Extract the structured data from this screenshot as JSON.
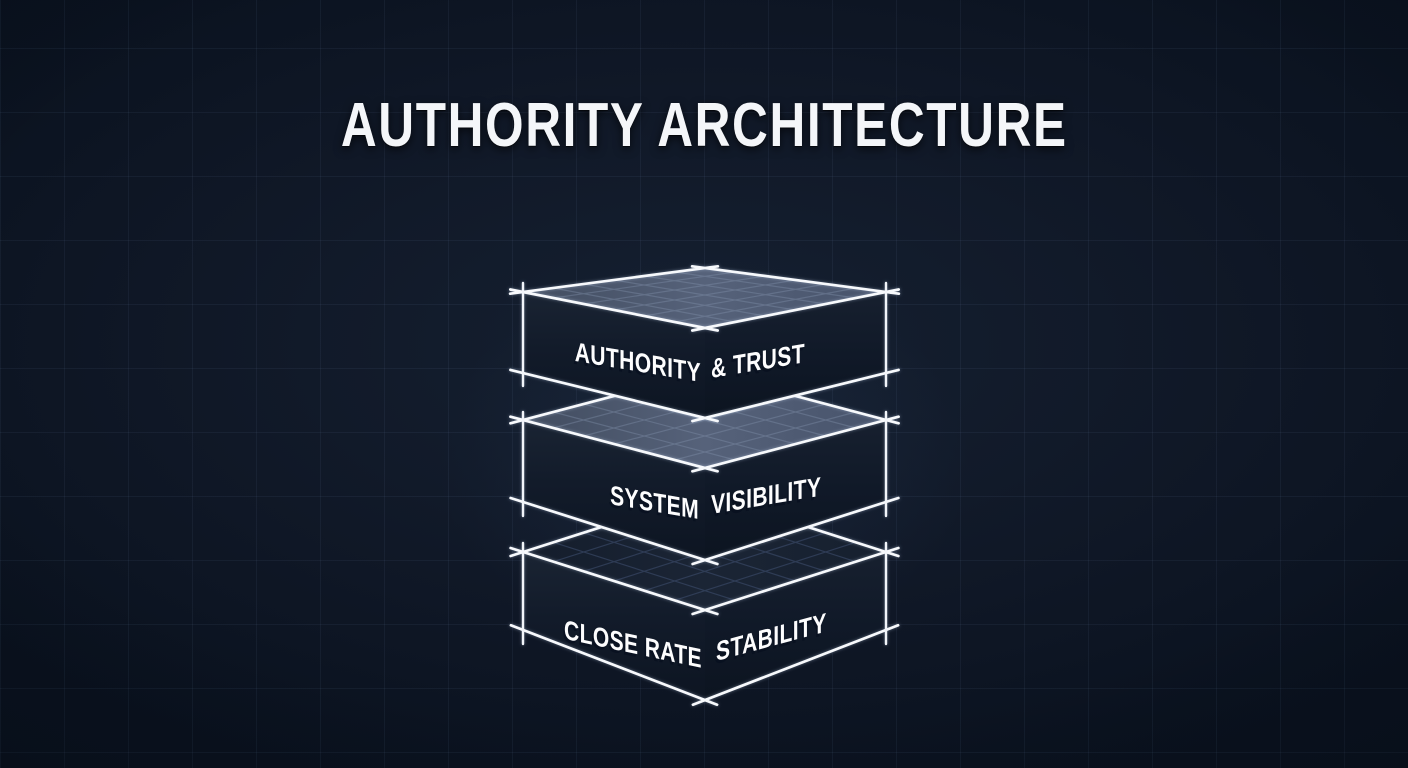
{
  "title": "AUTHORITY ARCHITECTURE",
  "diagram": {
    "layers": [
      {
        "id": "authority-trust",
        "left_label": "AUTHORITY",
        "right_label": "& TRUST"
      },
      {
        "id": "system-visibility",
        "left_label": "SYSTEM",
        "right_label": "VISIBILITY"
      },
      {
        "id": "close-rate-stability",
        "left_label": "CLOSE RATE",
        "right_label": "STABILITY"
      }
    ]
  },
  "colors": {
    "background": "#101827",
    "grid_line": "rgba(126,156,200,0.075)",
    "outline": "#f7f9fc",
    "top_face": "#535f77",
    "top_face_bottom_layer": "#192231",
    "front_face": "#121b2a",
    "label_text": "#fdfdfe",
    "title_text": "#f4f6f9"
  }
}
